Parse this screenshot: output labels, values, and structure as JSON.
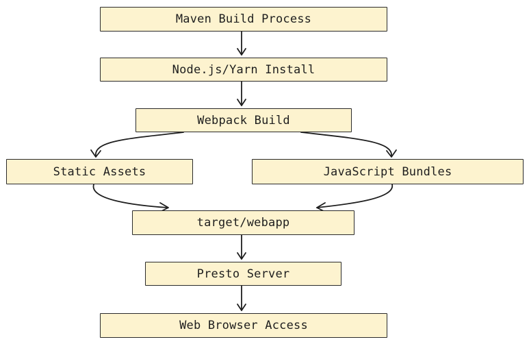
{
  "nodes": {
    "maven": "Maven Build Process",
    "node_yarn": "Node.js/Yarn Install",
    "webpack": "Webpack Build",
    "static_assets": "Static Assets",
    "js_bundles": "JavaScript Bundles",
    "target_webapp": "target/webapp",
    "presto_server": "Presto Server",
    "browser": "Web Browser Access"
  },
  "edges": [
    [
      "maven",
      "node_yarn"
    ],
    [
      "node_yarn",
      "webpack"
    ],
    [
      "webpack",
      "static_assets"
    ],
    [
      "webpack",
      "js_bundles"
    ],
    [
      "static_assets",
      "target_webapp"
    ],
    [
      "js_bundles",
      "target_webapp"
    ],
    [
      "target_webapp",
      "presto_server"
    ],
    [
      "presto_server",
      "browser"
    ]
  ],
  "colors": {
    "node_fill": "#fdf3cf",
    "stroke": "#1e1e1e"
  }
}
